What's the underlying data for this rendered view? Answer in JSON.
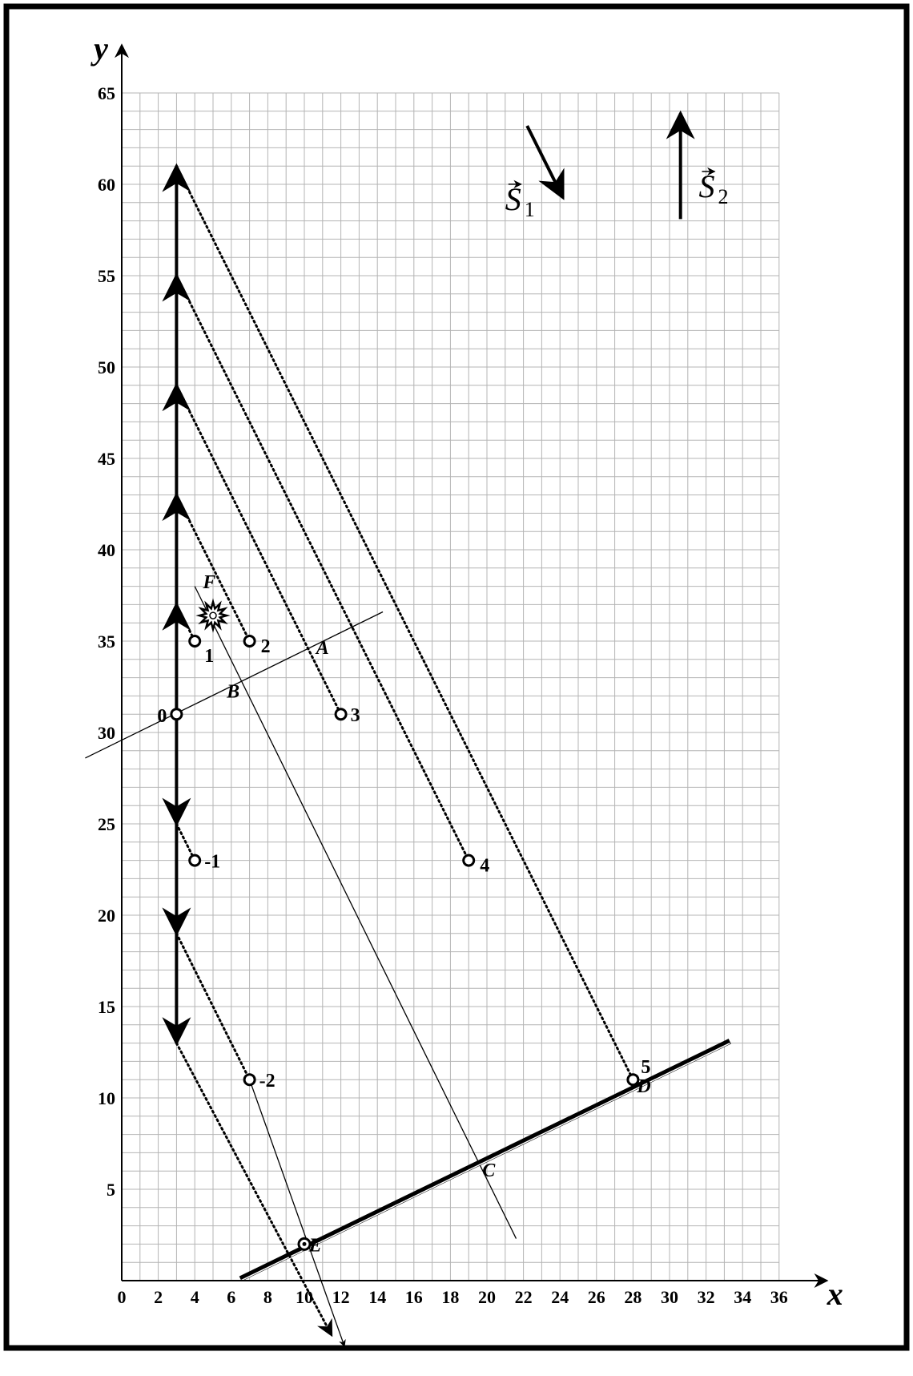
{
  "chart_data": {
    "type": "diagram",
    "xlabel": "x",
    "ylabel": "y",
    "xlim": [
      0,
      36
    ],
    "ylim": [
      0,
      65
    ],
    "x_ticks": [
      0,
      2,
      4,
      6,
      8,
      10,
      12,
      14,
      16,
      18,
      20,
      22,
      24,
      26,
      28,
      30,
      32,
      34,
      36
    ],
    "y_ticks": [
      5,
      10,
      15,
      20,
      25,
      30,
      35,
      40,
      45,
      50,
      55,
      60,
      65
    ],
    "grid": true,
    "minor_grid_step": 1,
    "vertical_path": {
      "x": 3,
      "points_y": [
        13,
        19,
        25,
        31,
        37,
        43,
        49,
        55,
        61
      ],
      "origin_index": 3
    },
    "observed_points": [
      {
        "label": "0",
        "x": 3,
        "y": 31
      },
      {
        "label": "1",
        "x": 4,
        "y": 35
      },
      {
        "label": "2",
        "x": 7,
        "y": 35
      },
      {
        "label": "3",
        "x": 12,
        "y": 31
      },
      {
        "label": "4",
        "x": 19,
        "y": 23
      },
      {
        "label": "5",
        "x": 28,
        "y": 11
      },
      {
        "label": "-1",
        "x": 4,
        "y": 23
      },
      {
        "label": "-2",
        "x": 7,
        "y": 11
      }
    ],
    "dotted_links": [
      {
        "from": [
          3,
          37
        ],
        "to": [
          4,
          35
        ]
      },
      {
        "from": [
          3,
          43
        ],
        "to": [
          7,
          35
        ]
      },
      {
        "from": [
          3,
          49
        ],
        "to": [
          12,
          31
        ]
      },
      {
        "from": [
          3,
          55
        ],
        "to": [
          19,
          23
        ]
      },
      {
        "from": [
          3,
          61
        ],
        "to": [
          28,
          11
        ]
      },
      {
        "from": [
          3,
          25
        ],
        "to": [
          4,
          23
        ]
      },
      {
        "from": [
          3,
          19
        ],
        "to": [
          7,
          11
        ]
      },
      {
        "from": [
          3,
          13
        ],
        "to": [
          11.5,
          -3
        ]
      }
    ],
    "lines": [
      {
        "name": "line-through-origin",
        "from": [
          -2,
          28.6
        ],
        "to": [
          14.3,
          36.6
        ]
      },
      {
        "name": "line-F-C",
        "from": [
          4,
          38
        ],
        "to": [
          21.6,
          2.3
        ]
      },
      {
        "name": "thick-line-E-D",
        "from": [
          6.5,
          0.1
        ],
        "to": [
          33.3,
          13.1
        ]
      },
      {
        "name": "line-from-2",
        "from": [
          7,
          11
        ],
        "to": [
          12.2,
          -3.6
        ]
      }
    ],
    "markers": [
      {
        "label": "A",
        "x": 11
      },
      {
        "label": "B",
        "x": 6.1
      },
      {
        "label": "C",
        "x": 20.1
      },
      {
        "label": "D",
        "x": 28.6
      },
      {
        "label": "E",
        "x": 10.6
      },
      {
        "label": "F",
        "x": 4.8
      }
    ],
    "marker_positions": {
      "A": [
        11,
        34.3
      ],
      "B": [
        6.1,
        31.9
      ],
      "C": [
        20.1,
        5.7
      ],
      "D": [
        28.6,
        10.3
      ],
      "E": [
        10.6,
        1.6
      ],
      "F": [
        4.8,
        37.9
      ],
      "E_point": [
        10,
        2
      ],
      "F_burst": [
        5,
        36.4
      ]
    },
    "vectors": [
      {
        "label": "S",
        "subscript": "1",
        "dx": 2,
        "dy": -4
      },
      {
        "label": "S",
        "subscript": "2",
        "dx": 0,
        "dy": 6
      }
    ]
  }
}
